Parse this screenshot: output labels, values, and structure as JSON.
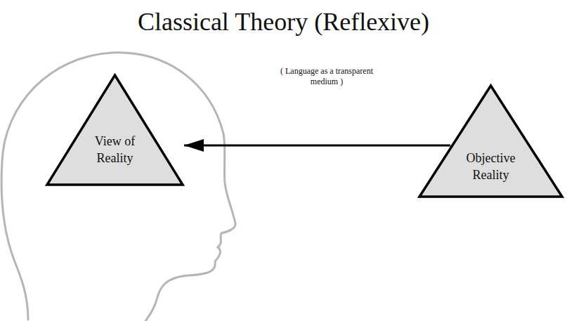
{
  "diagram": {
    "title": "Classical Theory (Reflexive)",
    "nodes": [
      {
        "text": [
          "View of Reality"
        ]
      },
      {
        "text": [
          "Objective Reality"
        ]
      }
    ],
    "edges": [
      {
        "from": 1,
        "to": 0,
        "arrow": "to",
        "label": "( Language as a transparent medium )"
      }
    ]
  }
}
